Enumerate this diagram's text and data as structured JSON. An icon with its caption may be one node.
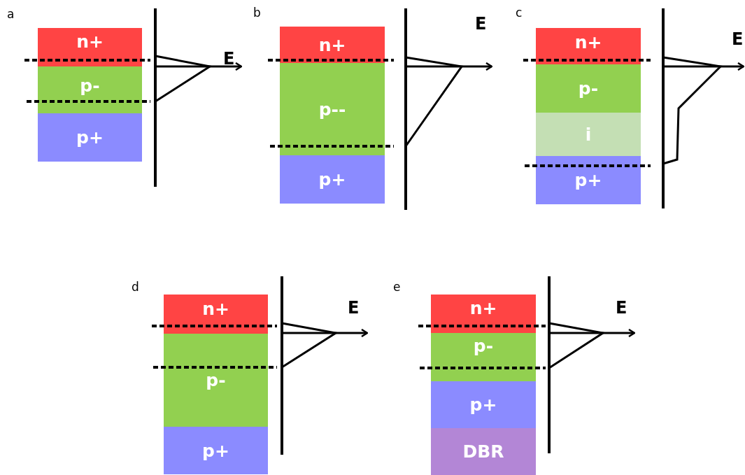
{
  "diagram": {
    "nodes": [
      {
        "text": [
          "n+"
        ]
      },
      {
        "text": [
          "p-"
        ]
      },
      {
        "text": [
          "p+"
        ]
      },
      {
        "text": [
          "n+"
        ]
      },
      {
        "text": [
          "p--"
        ]
      },
      {
        "text": [
          "p+"
        ]
      },
      {
        "text": [
          "n+"
        ]
      },
      {
        "text": [
          "p-"
        ]
      },
      {
        "text": [
          "i"
        ]
      },
      {
        "text": [
          "p+"
        ]
      },
      {
        "text": [
          "n+"
        ]
      },
      {
        "text": [
          "p-"
        ]
      },
      {
        "text": [
          "p+"
        ]
      },
      {
        "text": [
          "n+"
        ]
      },
      {
        "text": [
          "p-"
        ]
      },
      {
        "text": [
          "p+"
        ]
      },
      {
        "text": [
          "DBR"
        ]
      }
    ],
    "labels": [
      "a",
      "E",
      "b",
      "E",
      "c",
      "E",
      "d",
      "E",
      "e",
      "E"
    ]
  }
}
